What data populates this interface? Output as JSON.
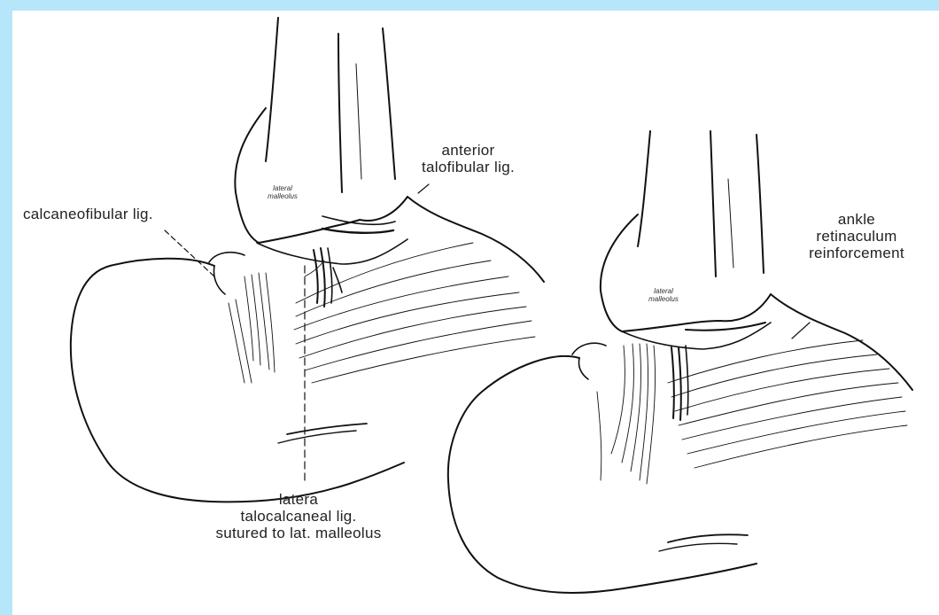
{
  "labels": {
    "calcaneofibular": "calcaneofibular lig.",
    "anterior_talofibular": "anterior\ntalofibular lig.",
    "lateral_talocalcaneal": "latera\ntalocalcaneal lig.\nsutured to lat. malleolus",
    "ankle_retinaculum": "ankle\nretinaculum\nreinforcement"
  },
  "bone_labels": {
    "left_malleolus": "lateral\nmalleolus",
    "right_malleolus": "lateral\nmalleolus"
  },
  "colors": {
    "background": "#b5e6f9",
    "panel": "#ffffff",
    "ink": "#111111"
  }
}
